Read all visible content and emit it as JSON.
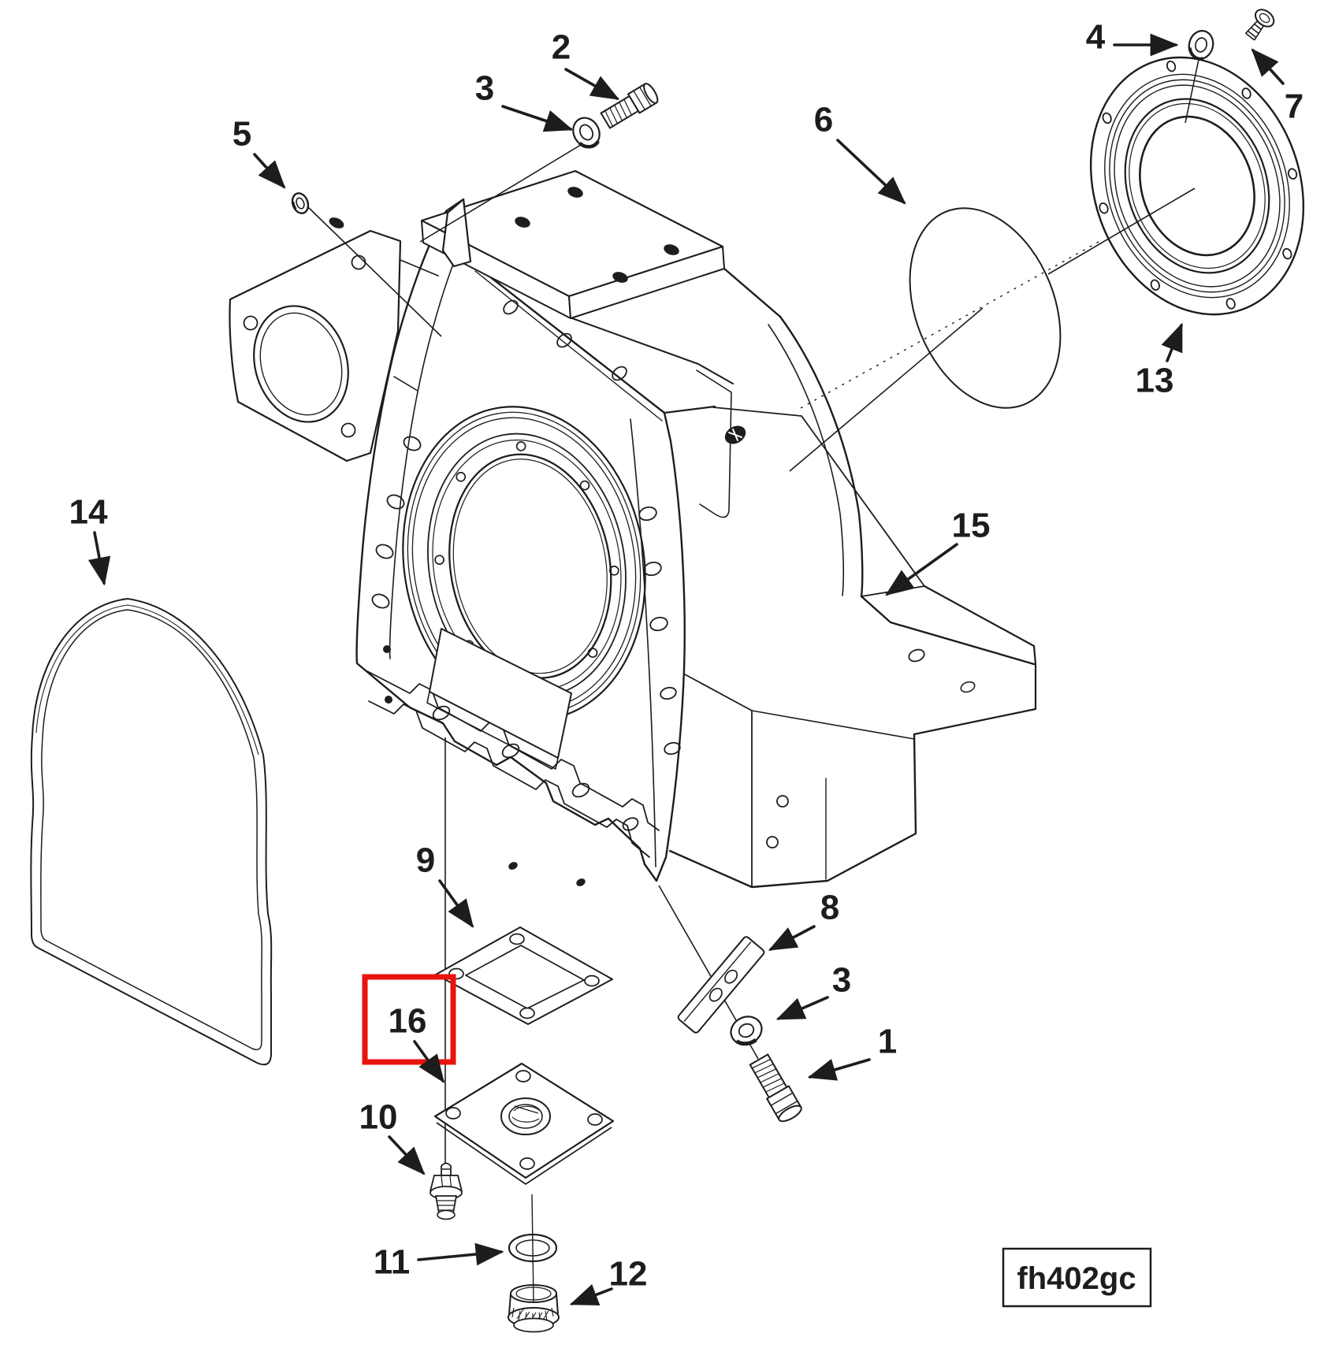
{
  "figure": {
    "code_label": "fh402gc",
    "highlight_color": "#e8130d",
    "line_color": "#1d1d1d",
    "background": "#ffffff",
    "highlighted_callout": "16"
  },
  "callouts": {
    "c1": {
      "label": "1"
    },
    "c2": {
      "label": "2"
    },
    "c3_top": {
      "label": "3"
    },
    "c3_bottom": {
      "label": "3"
    },
    "c4": {
      "label": "4"
    },
    "c5": {
      "label": "5"
    },
    "c6": {
      "label": "6"
    },
    "c7": {
      "label": "7"
    },
    "c8": {
      "label": "8"
    },
    "c9": {
      "label": "9"
    },
    "c10": {
      "label": "10"
    },
    "c11": {
      "label": "11"
    },
    "c12": {
      "label": "12"
    },
    "c13": {
      "label": "13"
    },
    "c14": {
      "label": "14"
    },
    "c15": {
      "label": "15"
    },
    "c16": {
      "label": "16"
    }
  }
}
